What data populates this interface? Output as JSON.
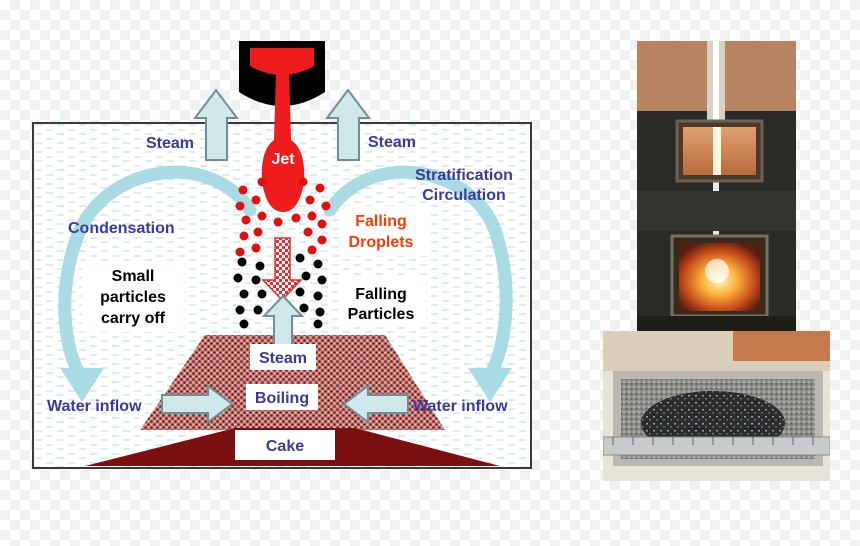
{
  "diagram": {
    "labels": {
      "steam_left": "Steam",
      "steam_right": "Steam",
      "jet": "Jet",
      "stratification_line1": "Stratification",
      "stratification_line2": "Circulation",
      "condensation": "Condensation",
      "falling_droplets_line1": "Falling",
      "falling_droplets_line2": "Droplets",
      "small_particles_line1": "Small",
      "small_particles_line2": "particles",
      "small_particles_line3": "carry off",
      "falling_particles_line1": "Falling",
      "falling_particles_line2": "Particles",
      "steam_center": "Steam",
      "boiling": "Boiling",
      "water_inflow_left": "Water inflow",
      "water_inflow_right": "Water inflow",
      "cake": "Cake"
    },
    "colors": {
      "label_blue": "#3a3a9a",
      "label_orange": "#ff3b00",
      "jet_red": "#ee1c1c",
      "cake_dark": "#7a1010",
      "arrow_fill": "#cfe8ec",
      "arrow_stroke": "#6f8f93",
      "circulation": "#a9dbe4",
      "water_line": "#b9dde4"
    }
  },
  "photos": {
    "furnace": {
      "icon": "furnace-photo"
    },
    "debris": {
      "icon": "debris-sample-photo"
    }
  }
}
